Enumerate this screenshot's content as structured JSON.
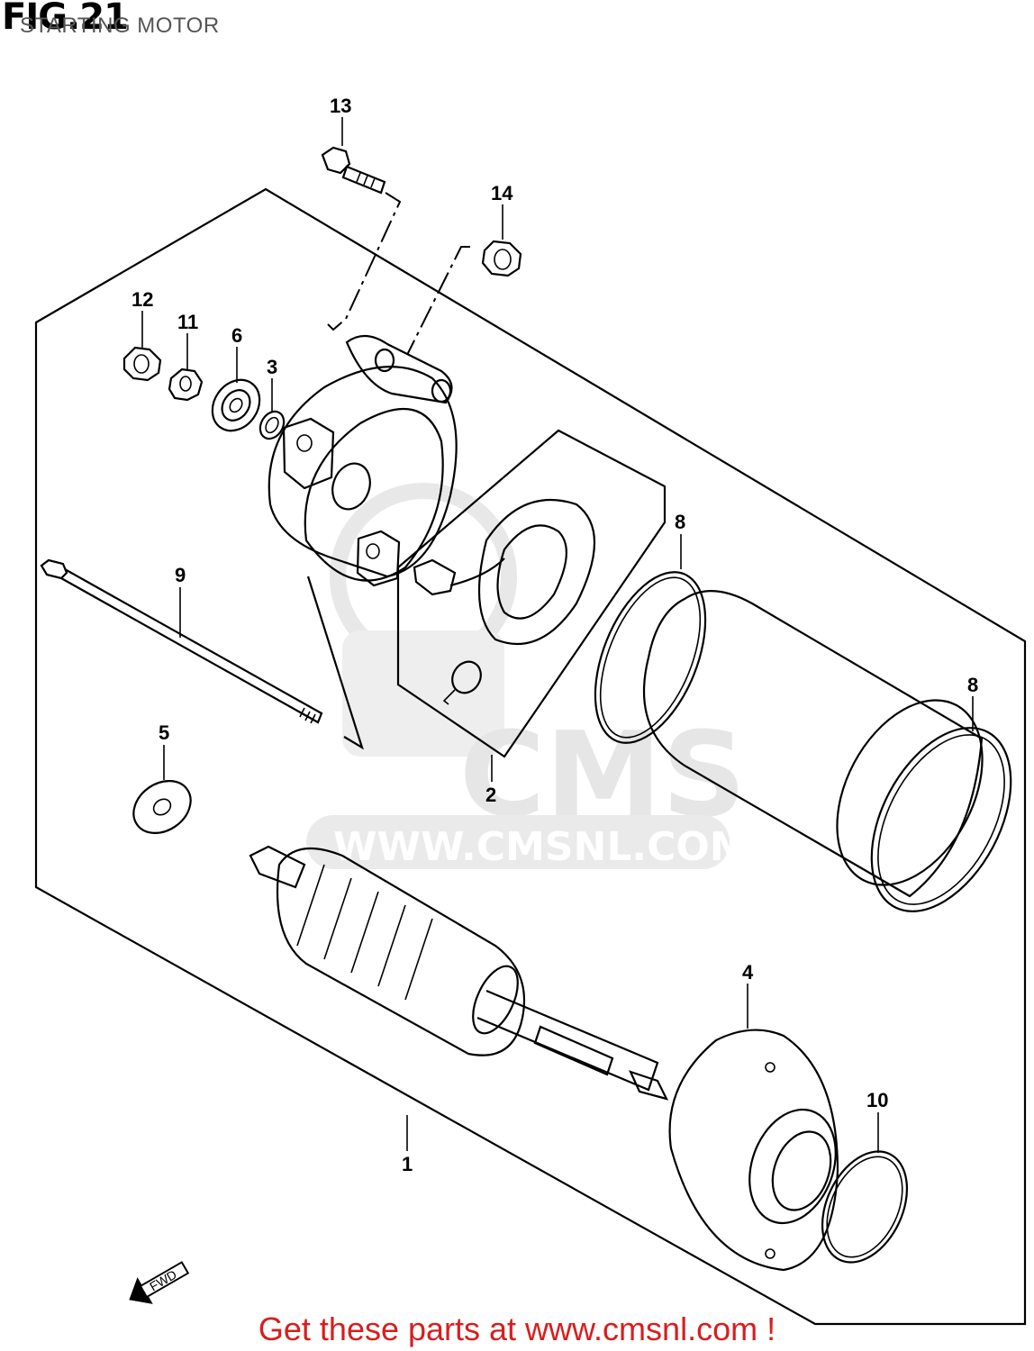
{
  "figure": {
    "number": "FIG.21",
    "title": "STARTING MOTOR"
  },
  "callouts": [
    {
      "id": "c13",
      "label": "13"
    },
    {
      "id": "c14",
      "label": "14"
    },
    {
      "id": "c12",
      "label": "12"
    },
    {
      "id": "c11",
      "label": "11"
    },
    {
      "id": "c6",
      "label": "6"
    },
    {
      "id": "c3",
      "label": "3"
    },
    {
      "id": "c9",
      "label": "9"
    },
    {
      "id": "c8a",
      "label": "8"
    },
    {
      "id": "c8b",
      "label": "8"
    },
    {
      "id": "c5",
      "label": "5"
    },
    {
      "id": "c2",
      "label": "2"
    },
    {
      "id": "c4",
      "label": "4"
    },
    {
      "id": "c10",
      "label": "10"
    },
    {
      "id": "c1",
      "label": "1"
    }
  ],
  "watermark": {
    "logo": "CMS",
    "url": "WWW.CMSNL.COM"
  },
  "direction_marker": "FWD",
  "footer": {
    "text": "Get these parts at www.cmsnl.com !",
    "color": "#d81e1e"
  }
}
